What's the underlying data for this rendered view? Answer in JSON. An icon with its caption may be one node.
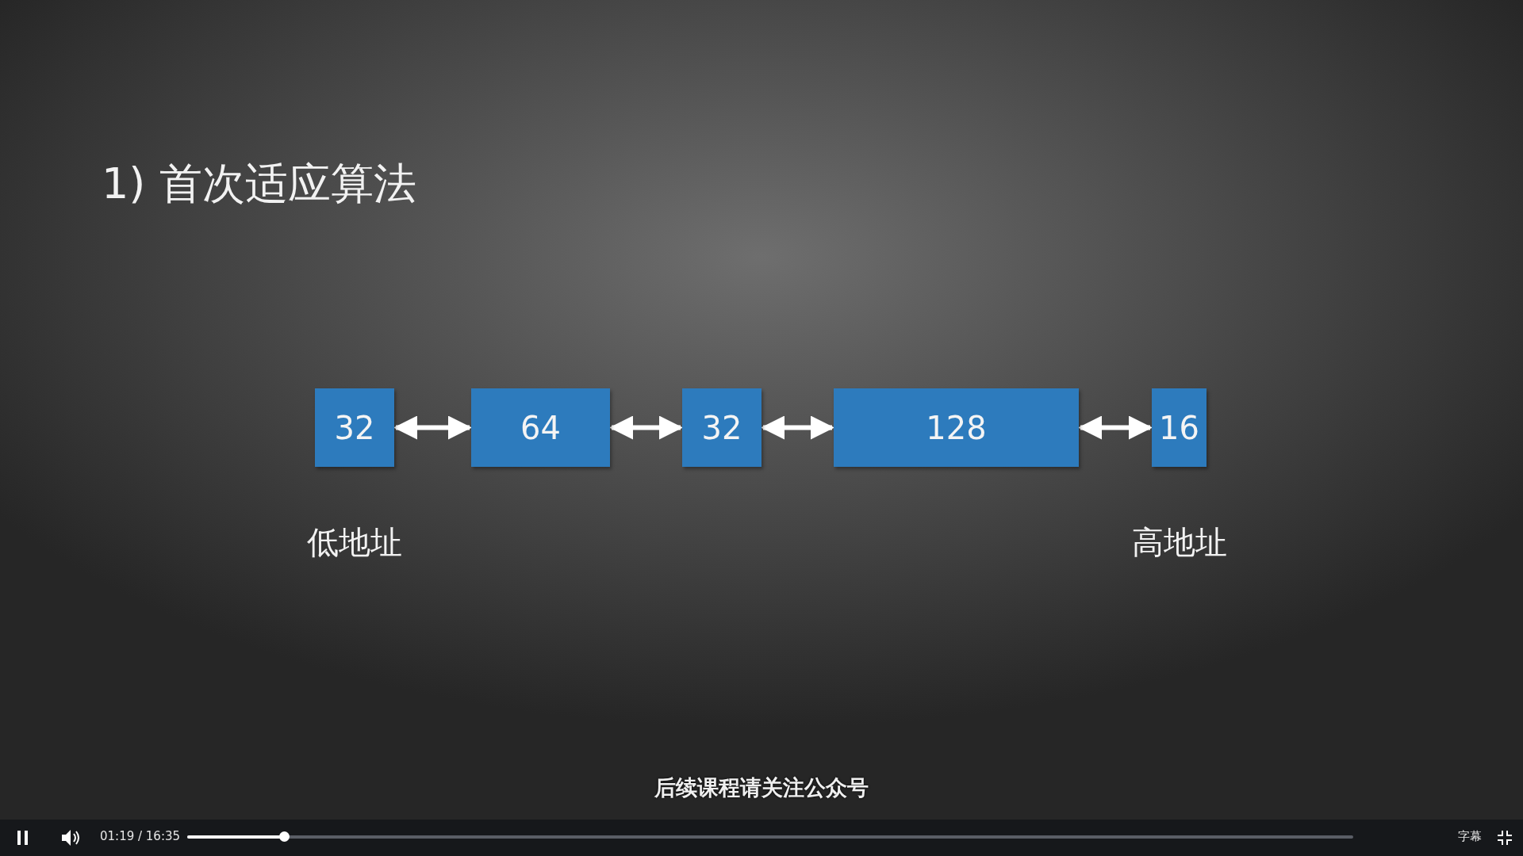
{
  "diagram": {
    "title": "1) 首次适应算法",
    "nodes": [
      {
        "text": [
          "32"
        ],
        "beside": [
          "低地址"
        ]
      },
      {
        "text": [
          "64"
        ]
      },
      {
        "text": [
          "32"
        ]
      },
      {
        "text": [
          "128"
        ]
      },
      {
        "text": [
          "16"
        ],
        "beside": [
          "高地址"
        ]
      }
    ],
    "edges": [
      {
        "from": 0,
        "to": 1,
        "arrow": "both",
        "color": "#ffffff"
      },
      {
        "from": 1,
        "to": 2,
        "arrow": "both",
        "color": "#ffffff"
      },
      {
        "from": 2,
        "to": 3,
        "arrow": "both",
        "color": "#ffffff"
      },
      {
        "from": 3,
        "to": 4,
        "arrow": "both",
        "color": "#ffffff"
      }
    ],
    "labels": [
      "后续课程请关注公众号",
      "01:19 / 16:35",
      "字幕"
    ]
  }
}
